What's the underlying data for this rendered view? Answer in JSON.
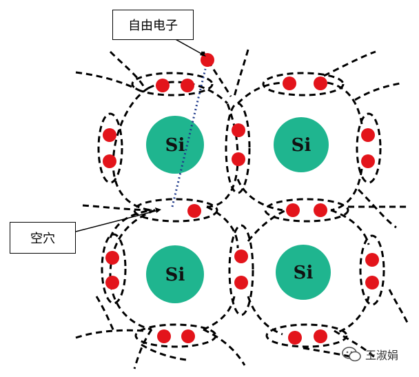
{
  "labels": {
    "free_electron": "自由电子",
    "hole": "空穴"
  },
  "atoms": [
    {
      "symbol": "Si"
    },
    {
      "symbol": "Si"
    },
    {
      "symbol": "Si"
    },
    {
      "symbol": "Si"
    }
  ],
  "watermark": {
    "text": "王淑娟",
    "icon": "wechat-icon"
  },
  "colors": {
    "atom": "#1fb58f",
    "electron": "#e3141b",
    "bond": "#000000",
    "arrow": "#1f3a8a"
  }
}
